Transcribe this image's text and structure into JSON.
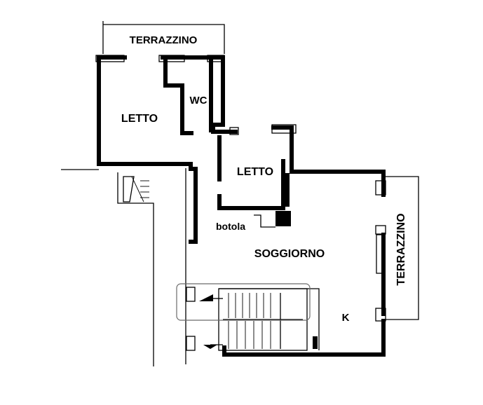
{
  "rooms": {
    "terrace_top": "TERRAZZINO",
    "bedroom_left": "LETTO",
    "bathroom": "WC",
    "bedroom_center": "LETTO",
    "hatch": "botola",
    "living": "SOGGIORNO",
    "terrace_right": "TERRAZZINO",
    "kitchen": "K"
  },
  "colors": {
    "ink": "#000000",
    "paper": "#ffffff"
  }
}
